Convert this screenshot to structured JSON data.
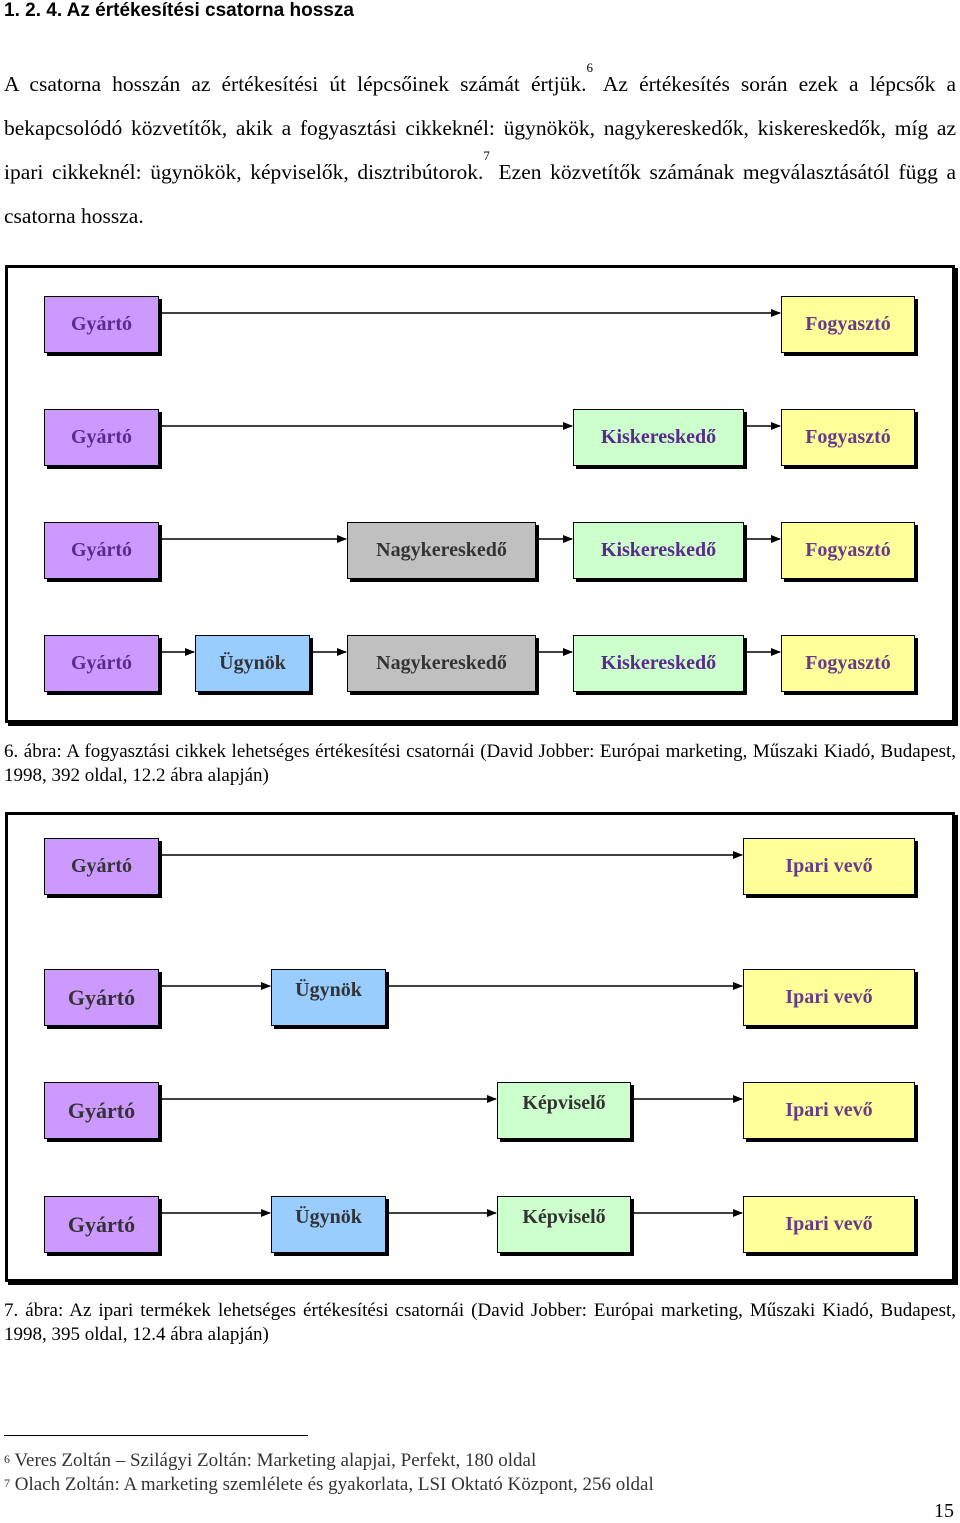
{
  "heading": "1. 2. 4. Az értékesítési csatorna hossza",
  "paragraph": {
    "part1": "A csatorna hosszán az értékesítési út lépcsőinek számát értjük.",
    "ref1": "6",
    "part2": " Az értékesítés során ezek a lépcsők a bekapcsolódó közvetítők, akik a fogyasztási cikkeknél: ügynökök, nagykereskedők, kiskereskedők, míg az ipari cikkeknél: ügynökök, képviselők, disztribútorok.",
    "ref2": "7",
    "part3": " Ezen közvetítők számának megválasztásától függ a csatorna hossza."
  },
  "figure6": {
    "caption": "6. ábra: A fogyasztási cikkek lehetséges értékesítési csatornái (David Jobber: Európai marketing, Műszaki Kiadó, Budapest, 1998, 392 oldal, 12.2 ábra alapján)",
    "rows": [
      [
        "Gyártó",
        "Fogyasztó"
      ],
      [
        "Gyártó",
        "Kiskereskedő",
        "Fogyasztó"
      ],
      [
        "Gyártó",
        "Nagykereskedő",
        "Kiskereskedő",
        "Fogyasztó"
      ],
      [
        "Gyártó",
        "Ügynök",
        "Nagykereskedő",
        "Kiskereskedő",
        "Fogyasztó"
      ]
    ]
  },
  "figure7": {
    "caption": "7. ábra: Az ipari termékek lehetséges értékesítési csatornái (David Jobber: Európai marketing, Műszaki Kiadó, Budapest, 1998, 395 oldal, 12.4 ábra alapján)",
    "rows": [
      [
        "Gyártó",
        "Ipari vevő"
      ],
      [
        "Gyártó",
        "Ügynök",
        "Ipari vevő"
      ],
      [
        "Gyártó",
        "Képviselő",
        "Ipari vevő"
      ],
      [
        "Gyártó",
        "Ügynök",
        "Képviselő",
        "Ipari vevő"
      ]
    ]
  },
  "footnotes": [
    {
      "num": "6",
      "text": "Veres Zoltán – Szilágyi Zoltán: Marketing alapjai, Perfekt, 180 oldal"
    },
    {
      "num": "7",
      "text": "Olach Zoltán: A marketing szemlélete és gyakorlata, LSI Oktató Központ, 256 oldal"
    }
  ],
  "page_number": "15"
}
